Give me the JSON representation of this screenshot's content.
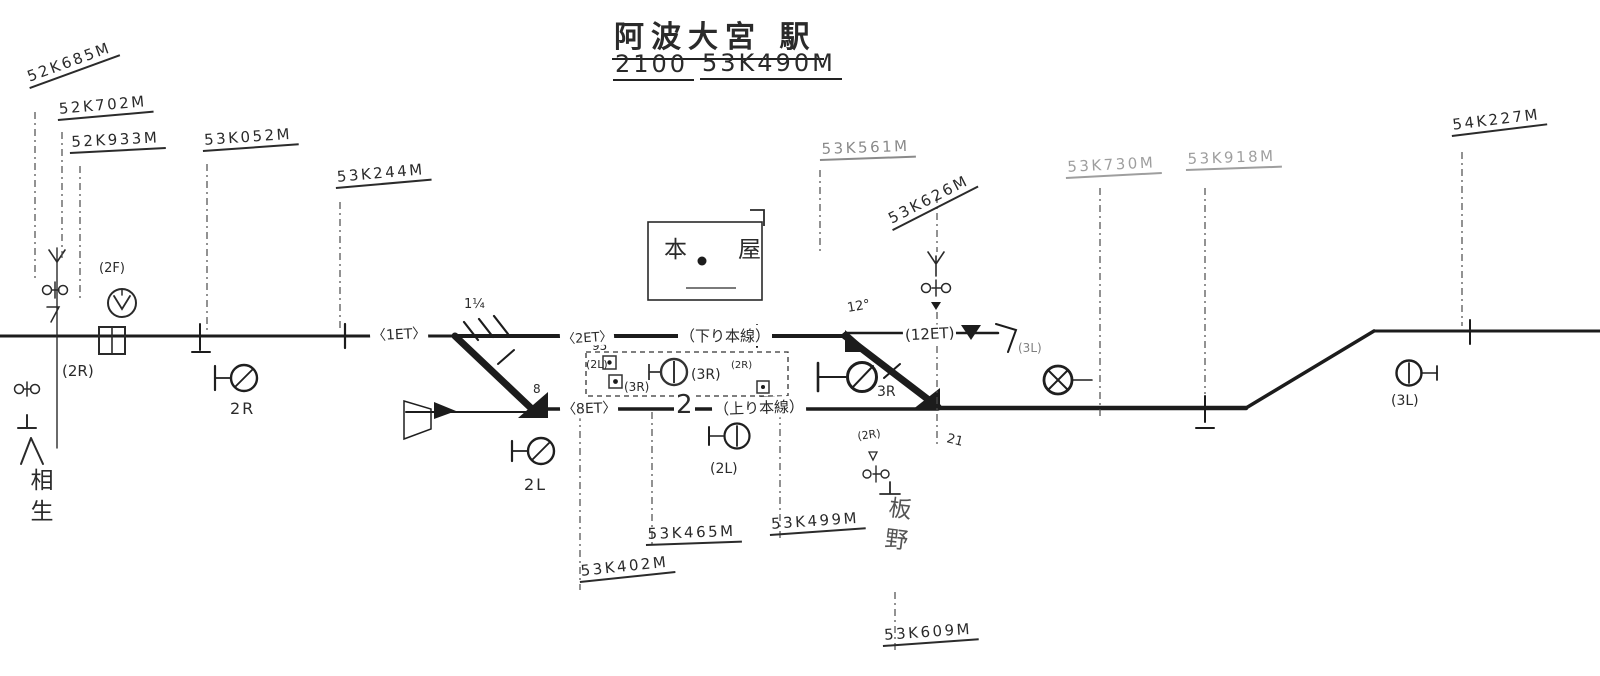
{
  "header": {
    "station_title": "阿波大宮 駅",
    "number": "2100",
    "station_km": "53K490M"
  },
  "km_labels": {
    "a": "52K685M",
    "b": "52K702M",
    "c": "52K933M",
    "d": "53K052M",
    "e": "53K244M",
    "f": "53K561M",
    "g": "53K626M",
    "h": "53K730M",
    "i": "53K918M",
    "j": "54K227M",
    "k": "53K465M",
    "l": "53K499M",
    "m": "53K402M",
    "n": "53K609M"
  },
  "tracks": {
    "down_main": "（下り本線）",
    "up_main": "（上り本線）",
    "track_number": "2",
    "section_1et": "〈1ET〉",
    "section_2et": "〈2ET〉",
    "section_8et": "〈8ET〉",
    "section_12et": "(12ET)"
  },
  "building": {
    "label": "本　屋"
  },
  "signals": {
    "sig_2r": "2R",
    "sig_2l": "2L",
    "sig_3r": "3R",
    "rep_2l": "(2L)",
    "rep_3l_mid": "(3L)",
    "rep_3l_right": "(3L)",
    "rep_2r_left": "(2R)",
    "rep_2r_right": "(2R)",
    "rep_2f": "(2F)",
    "box_2l": "(2L)",
    "box_3r_a": "(3R)",
    "box_3r_b": "(3R)",
    "box_2r": "(2R)"
  },
  "annotations": {
    "n95": "95",
    "deg12": "12°",
    "n21": "21",
    "n8": "8",
    "n11": "1¼"
  },
  "destinations": {
    "left": "相生",
    "right": "板野"
  }
}
